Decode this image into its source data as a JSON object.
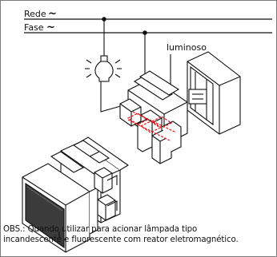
{
  "wiring": {
    "rede_label": "Rede",
    "fase_label": "Fase",
    "tilde": "~",
    "luminoso_label": "luminoso"
  },
  "note": {
    "line1": "OBS.: Quando utilizar para acionar lâmpada tipo",
    "line2": "incandescente e fluorescente com reator eletromagnético."
  },
  "colors": {
    "line": "#111111",
    "highlight": "#e0181c",
    "frame": "#7a7a7a"
  }
}
